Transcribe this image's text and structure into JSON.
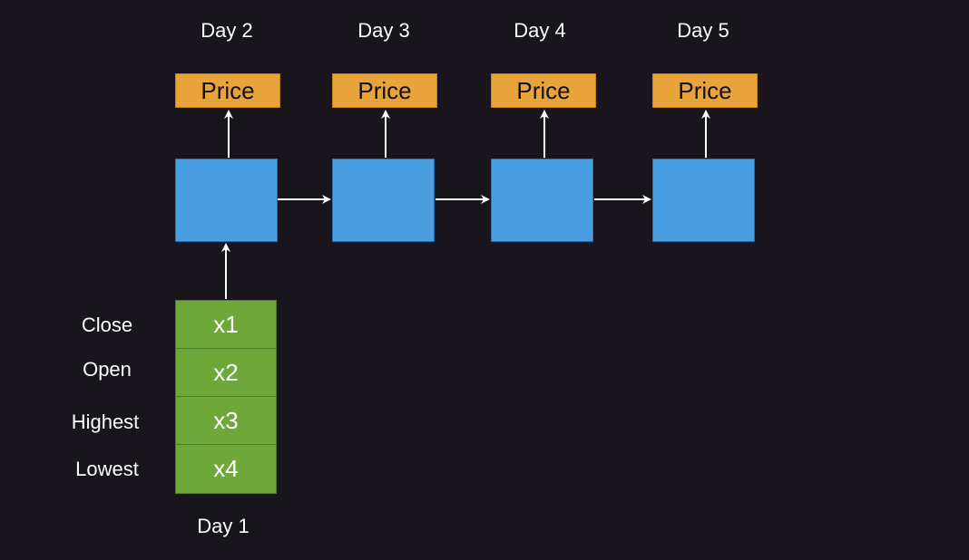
{
  "days": [
    "Day 2",
    "Day 3",
    "Day 4",
    "Day 5"
  ],
  "output_label": "Price",
  "input_day": "Day 1",
  "features": [
    {
      "name": "Close",
      "var": "x1"
    },
    {
      "name": "Open",
      "var": "x2"
    },
    {
      "name": "Highest",
      "var": "x3"
    },
    {
      "name": "Lowest",
      "var": "x4"
    }
  ],
  "colors": {
    "background": "#18161c",
    "price_box": "#e8a33b",
    "cell_box": "#4a9ee0",
    "feature_box": "#6ea83a",
    "arrow": "#ffffff"
  }
}
